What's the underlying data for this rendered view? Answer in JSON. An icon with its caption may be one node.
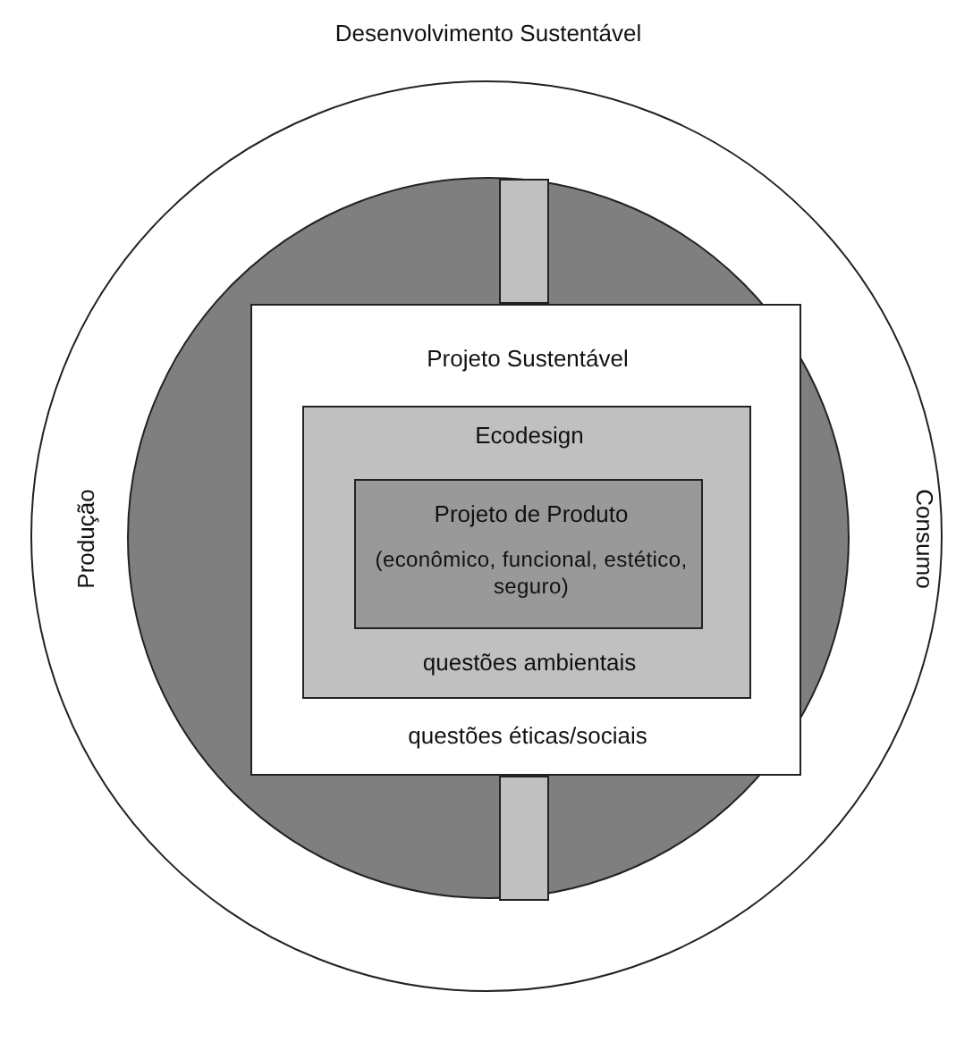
{
  "diagram": {
    "nodes": [
      {
        "text": [
          "Desenvolvimento Sustentável",
          "Produção",
          "Consumo"
        ]
      },
      {
        "text": [],
        "shape": "circle",
        "in": 0
      },
      {
        "text": [
          "Projeto Sustentável",
          "questões éticas/sociais"
        ],
        "in": 1
      },
      {
        "text": [
          "Ecodesign",
          "questões ambientais"
        ],
        "in": 2
      },
      {
        "text": [
          "Projeto de Produto",
          "(econômico, funcional, estético, seguro)"
        ],
        "in": 3
      }
    ]
  }
}
